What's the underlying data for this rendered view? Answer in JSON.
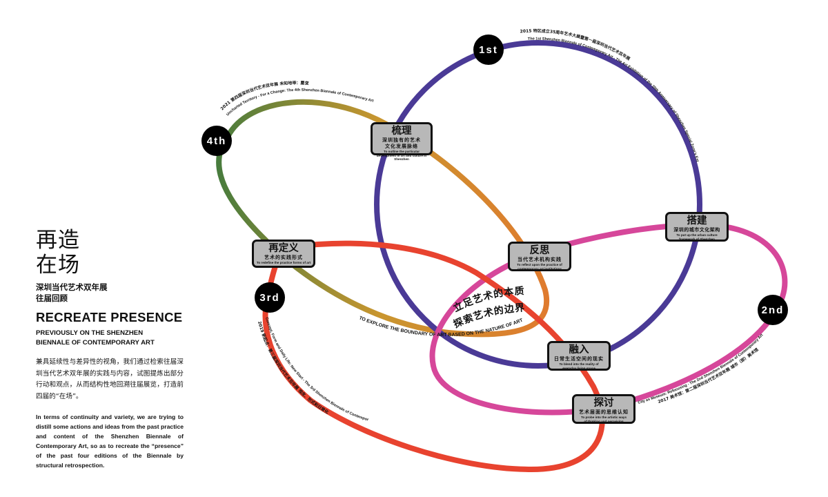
{
  "intro": {
    "title_zh_line1": "再造",
    "title_zh_line2": "在场",
    "subtitle_zh_line1": "深圳当代艺术双年展",
    "subtitle_zh_line2": "往届回顾",
    "title_en": "RECREATE PRESENCE",
    "subtitle_en_line1": "PREVIOUSLY ON THE SHENZHEN",
    "subtitle_en_line2": "BIENNALE OF CONTEMPORARY ART",
    "paragraph_zh": "兼具延续性与差异性的视角，我们通过检索往届深圳当代艺术双年展的实践与内容，试图提炼出部分行动和观点，从而结构性地回溯往届展览，打造前四届的“在场”。",
    "paragraph_en": "In terms of continuity and variety, we are trying to distill some actions and ideas from the past practice and content of the Shenzhen Biennale of Contemporary Art, so as to recreate the “presence” of the past four editions of the Biennale by structural retrospection."
  },
  "editions": [
    {
      "label": "1st",
      "color": "#4a3a96",
      "caption_zh": "2015   特区成立35周年艺术大展暨第一届深圳当代艺术双年展",
      "caption_en": "The 1st Shenzhen Biennale of Contemporary Art - The Art Exhibition of the 35th Anniversary of Shenzhen Special Zone’s Establishment"
    },
    {
      "label": "2nd",
      "color": "#d6479a",
      "caption_zh": "2017 美术馆：第二届深圳当代艺术双年展  城市（即）美术馆",
      "caption_en": "City as Museum: Refocusing - The 2nd Shenzhen Biennale of Contemporary Art"
    },
    {
      "label": "3rd",
      "color": "#e8432f",
      "caption_zh": "2019   新起点：第三届深圳当代艺术双年展  观念、形式和日常化",
      "caption_en": "Concept, Form and Daily Life: New Start - The 3rd Shenzhen Biennale of Contemporary Art"
    },
    {
      "label": "4th",
      "color_start": "#3f7a3e",
      "color_end": "#e07a2e",
      "caption_zh": "2021     第四届深圳当代艺术双年展     未知地带：蜃变",
      "caption_en": "Uncharted Territory - For a Change: The 4th Shenzhen Biennale of Contemporary Art"
    }
  ],
  "nodes": [
    {
      "title": "梳理",
      "zh": "深圳独有的艺术文化发展脉络",
      "en": "To outline the particular development of art and culture in Shenzhen"
    },
    {
      "title": "再定义",
      "zh": "艺术的实践形式",
      "en": "To redefine the practice forms of art"
    },
    {
      "title": "反思",
      "zh": "当代艺术机构实践",
      "en": "To reflect upon the practice of contemporary art institutions"
    },
    {
      "title": "搭建",
      "zh": "深圳的城市文化架构",
      "en": "To put up the urban culture framework of Shenzhen"
    },
    {
      "title": "融入",
      "zh": "日常生活空间的现实",
      "en": "To blend into the reality of everyday living space"
    },
    {
      "title": "探讨",
      "zh": "艺术层面的思维认知",
      "en": "To probe into the artistic ways of thinking and perceiving"
    }
  ],
  "center": {
    "zh_line1": "立足艺术的本质",
    "zh_line2": "探索艺术的边界",
    "en": "TO EXPLORE THE BOUNDARY OF ART BASED ON THE NATURE OF ART"
  }
}
